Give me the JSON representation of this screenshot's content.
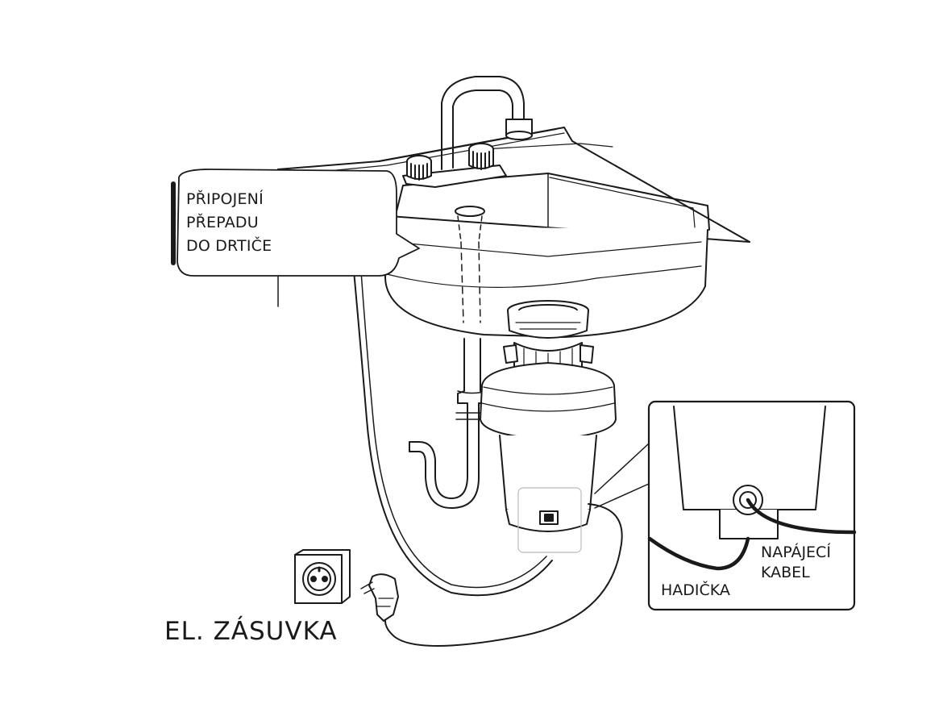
{
  "diagram": {
    "labels": {
      "overflow_connection": [
        "PŘIPOJENÍ",
        "PŘEPADU",
        "DO DRTIČE"
      ],
      "electrical_socket": "EL. ZÁSUVKA",
      "hose": "HADIČKA",
      "power_cable": [
        "NAPÁJECÍ",
        "KABEL"
      ]
    },
    "colors": {
      "line": "#1a1a1a",
      "fill": "#ffffff",
      "shade": "#e6e6e6"
    }
  }
}
